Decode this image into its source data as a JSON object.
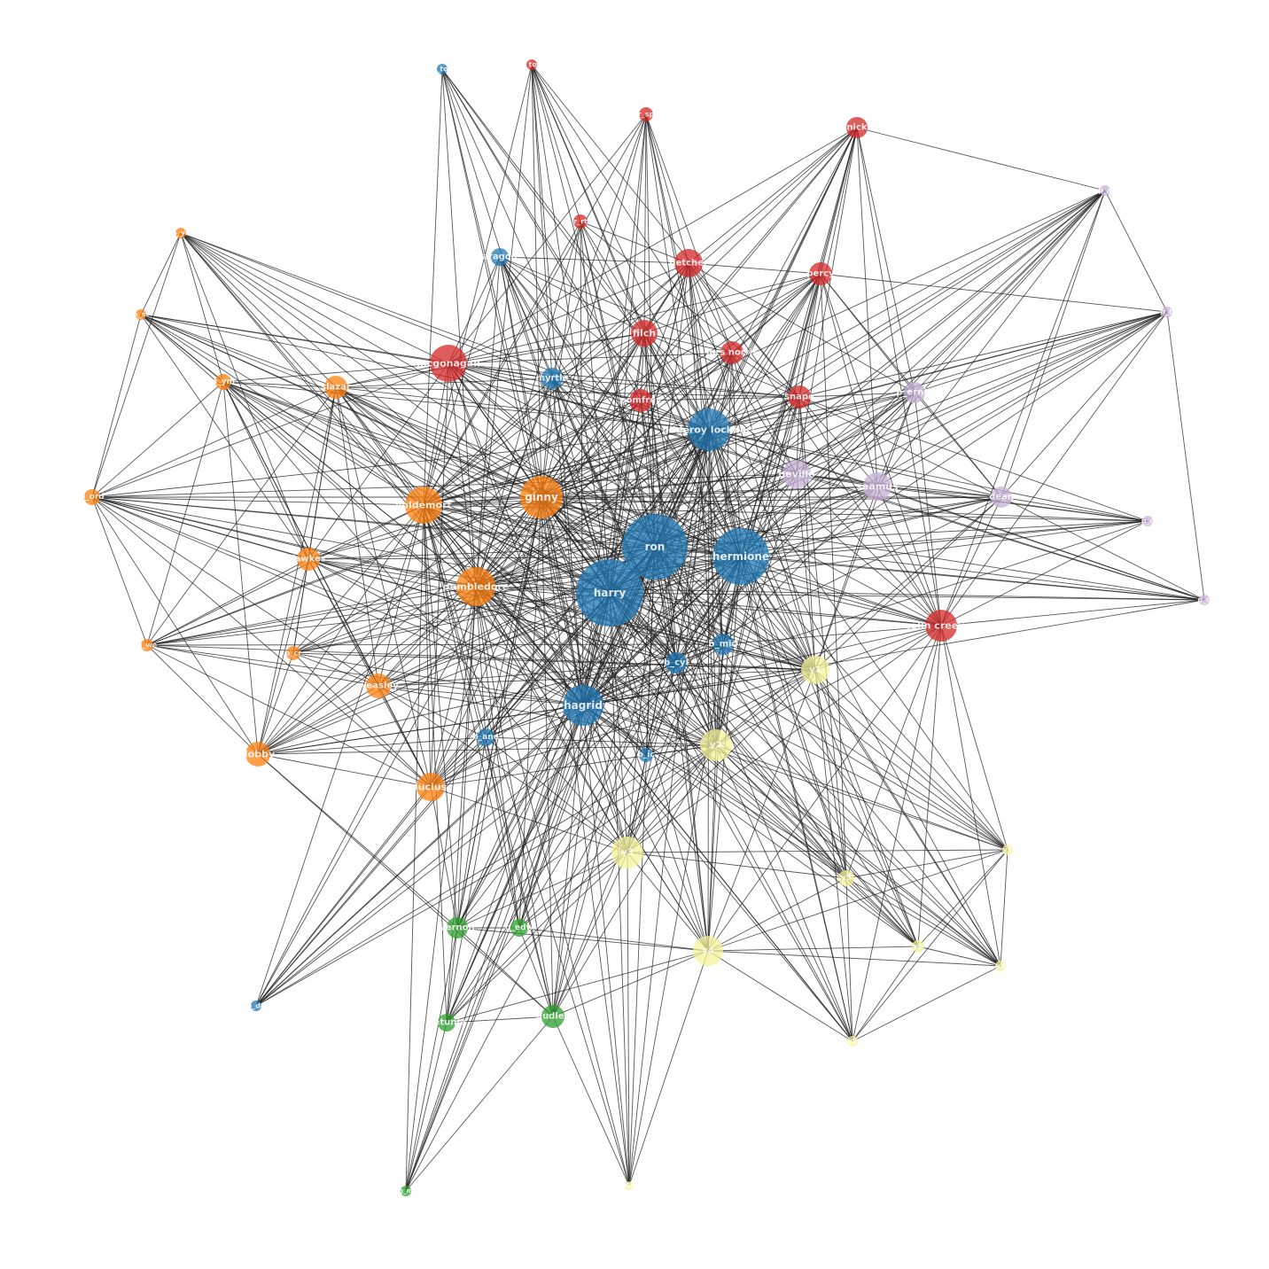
{
  "colors": {
    "blue": "#1f77b4",
    "orange": "#ff7f0e",
    "red": "#d62728",
    "purple": "#c5b0d5",
    "yellow": "#f4f49a",
    "green": "#2ca02c"
  },
  "nodes": [
    {
      "id": "harry",
      "label": "harry",
      "group": "blue"
    },
    {
      "id": "ron",
      "label": "ron",
      "group": "blue"
    },
    {
      "id": "hermione",
      "label": "hermione",
      "group": "blue"
    },
    {
      "id": "lockhart",
      "label": "gilderoy lockhart",
      "group": "blue"
    },
    {
      "id": "hagrid",
      "label": "hagrid",
      "group": "blue"
    },
    {
      "id": "myrtle",
      "label": "myrtle",
      "group": "blue"
    },
    {
      "id": "aragog",
      "label": "aragog",
      "group": "blue"
    },
    {
      "id": "b_top",
      "label": "b_top",
      "group": "blue"
    },
    {
      "id": "b_mid",
      "label": "b_mid",
      "group": "blue"
    },
    {
      "id": "b_cyl",
      "label": "b_cyl",
      "group": "blue"
    },
    {
      "id": "b_ano",
      "label": "b_ano",
      "group": "blue"
    },
    {
      "id": "b_ic",
      "label": "b_ic",
      "group": "blue"
    },
    {
      "id": "b_do",
      "label": "b_do",
      "group": "blue"
    },
    {
      "id": "ginny",
      "label": "ginny",
      "group": "orange"
    },
    {
      "id": "voldemort",
      "label": "voldemort",
      "group": "orange"
    },
    {
      "id": "dumbledore",
      "label": "dumbledore",
      "group": "orange"
    },
    {
      "id": "lucius",
      "label": "lucius",
      "group": "orange"
    },
    {
      "id": "dobby",
      "label": "dobby",
      "group": "orange"
    },
    {
      "id": "weasley",
      "label": "weasley",
      "group": "orange"
    },
    {
      "id": "fawkes",
      "label": "fawkes",
      "group": "orange"
    },
    {
      "id": "slazar",
      "label": "slazar",
      "group": "orange"
    },
    {
      "id": "o_ym",
      "label": "o_ym",
      "group": "orange"
    },
    {
      "id": "o_ys",
      "label": "o_ys",
      "group": "orange"
    },
    {
      "id": "o_st",
      "label": "o_st",
      "group": "orange"
    },
    {
      "id": "o_ord",
      "label": "o_ord",
      "group": "orange"
    },
    {
      "id": "o_we",
      "label": "o_we",
      "group": "orange"
    },
    {
      "id": "o_cr",
      "label": "o_cr",
      "group": "orange"
    },
    {
      "id": "mcgonagall",
      "label": "mcgonagall",
      "group": "red"
    },
    {
      "id": "colin",
      "label": "colin creevey",
      "group": "red"
    },
    {
      "id": "fletcher",
      "label": "fletcher",
      "group": "red"
    },
    {
      "id": "filch",
      "label": "filch",
      "group": "red"
    },
    {
      "id": "nick",
      "label": "nick",
      "group": "red"
    },
    {
      "id": "snape",
      "label": "snape",
      "group": "red"
    },
    {
      "id": "pomfrey",
      "label": "pomfrey",
      "group": "red"
    },
    {
      "id": "nott",
      "label": "mrs norris",
      "group": "red"
    },
    {
      "id": "percy",
      "label": "percy",
      "group": "red"
    },
    {
      "id": "r_sp",
      "label": "r_sp",
      "group": "red"
    },
    {
      "id": "r_top",
      "label": "r_top",
      "group": "red"
    },
    {
      "id": "r_rt",
      "label": "r_rt",
      "group": "red"
    },
    {
      "id": "neville",
      "label": "neville",
      "group": "purple"
    },
    {
      "id": "seamus",
      "label": "seamus",
      "group": "purple"
    },
    {
      "id": "dean",
      "label": "dean",
      "group": "purple"
    },
    {
      "id": "p_ernie",
      "label": "p_ernie",
      "group": "purple"
    },
    {
      "id": "p_a",
      "label": "p_a",
      "group": "purple"
    },
    {
      "id": "p_b",
      "label": "p_b",
      "group": "purple"
    },
    {
      "id": "p_c",
      "label": "p_c",
      "group": "purple"
    },
    {
      "id": "p_d",
      "label": "p_d",
      "group": "purple"
    },
    {
      "id": "y1",
      "label": "y1",
      "group": "yellow"
    },
    {
      "id": "y2",
      "label": "y2",
      "group": "yellow"
    },
    {
      "id": "y3",
      "label": "y3",
      "group": "yellow"
    },
    {
      "id": "y4",
      "label": "y4",
      "group": "yellow"
    },
    {
      "id": "y5",
      "label": "y5",
      "group": "yellow"
    },
    {
      "id": "y6",
      "label": "y6",
      "group": "yellow"
    },
    {
      "id": "y7",
      "label": "y7",
      "group": "yellow"
    },
    {
      "id": "y8",
      "label": "y8",
      "group": "yellow"
    },
    {
      "id": "y9",
      "label": "y9",
      "group": "yellow"
    },
    {
      "id": "y10",
      "label": "y10",
      "group": "yellow"
    },
    {
      "id": "vernon",
      "label": "vernon",
      "group": "green"
    },
    {
      "id": "dudley",
      "label": "dudley",
      "group": "green"
    },
    {
      "id": "petunia",
      "label": "petunia",
      "group": "green"
    },
    {
      "id": "g_edw",
      "label": "g_edw",
      "group": "green"
    },
    {
      "id": "g_m",
      "label": "g_m",
      "group": "green"
    }
  ]
}
